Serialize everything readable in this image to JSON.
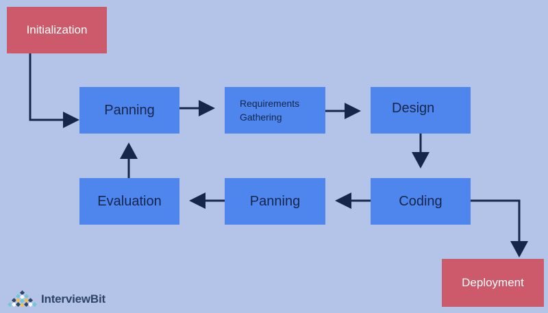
{
  "nodes": {
    "initialization": "Initialization",
    "panning_top": "Panning",
    "requirements": "Requirements\nGathering",
    "design": "Design",
    "coding": "Coding",
    "panning_bottom": "Panning",
    "evaluation": "Evaluation",
    "deployment": "Deployment"
  },
  "brand": {
    "name": "InterviewBit",
    "logo": "interviewbit-logo"
  },
  "colors": {
    "background": "#b3c4e8",
    "stage_box": "#4e86ee",
    "terminal_box": "#cc5a6a",
    "arrow": "#16264a"
  }
}
